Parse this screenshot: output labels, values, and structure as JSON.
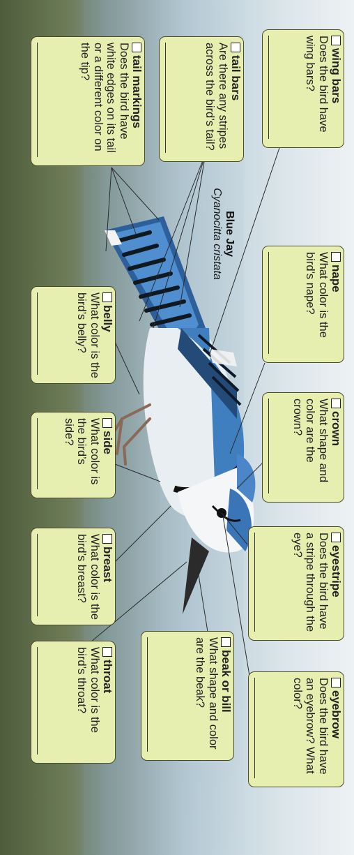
{
  "species": {
    "common_name": "Blue Jay",
    "scientific_name": "Cyanocitta cristata"
  },
  "cards": {
    "wing_bars": {
      "title": "wing bars",
      "question": "Does the bird have wing bars?"
    },
    "tail_bars": {
      "title": "tail bars",
      "question": "Are there any stripes across the bird’s tail?"
    },
    "tail_markings": {
      "title": "tail markings",
      "question": "Does the bird have white edges on its tail or a different color on the tip?"
    },
    "nape": {
      "title": "nape",
      "question": "What color is the bird’s nape?"
    },
    "crown": {
      "title": "crown",
      "question": "What shape and color are the crown?"
    },
    "eyestripe": {
      "title": "eyestripe",
      "question": "Does the bird have a stripe through the eye?"
    },
    "eyebrow": {
      "title": "eyebrow",
      "question": "Does the bird have an eyebrow? What color?"
    },
    "beak_or_bill": {
      "title": "beak or bill",
      "question": "What shape and color are the beak?"
    },
    "belly": {
      "title": "belly",
      "question": "What color is the bird’s belly?"
    },
    "side": {
      "title": "side",
      "question": "What color is the bird’s side?"
    },
    "breast": {
      "title": "breast",
      "question": "What color is the bird’s breast?"
    },
    "throat": {
      "title": "throat",
      "question": "What color is the bird’s throat?"
    }
  },
  "colors": {
    "card_fill": "#e6eeb0",
    "card_border": "#4a4a2a",
    "leader_line": "#2a2a2a",
    "jay_blue": "#3f7fc0",
    "jay_dark": "#1b2f4a"
  }
}
